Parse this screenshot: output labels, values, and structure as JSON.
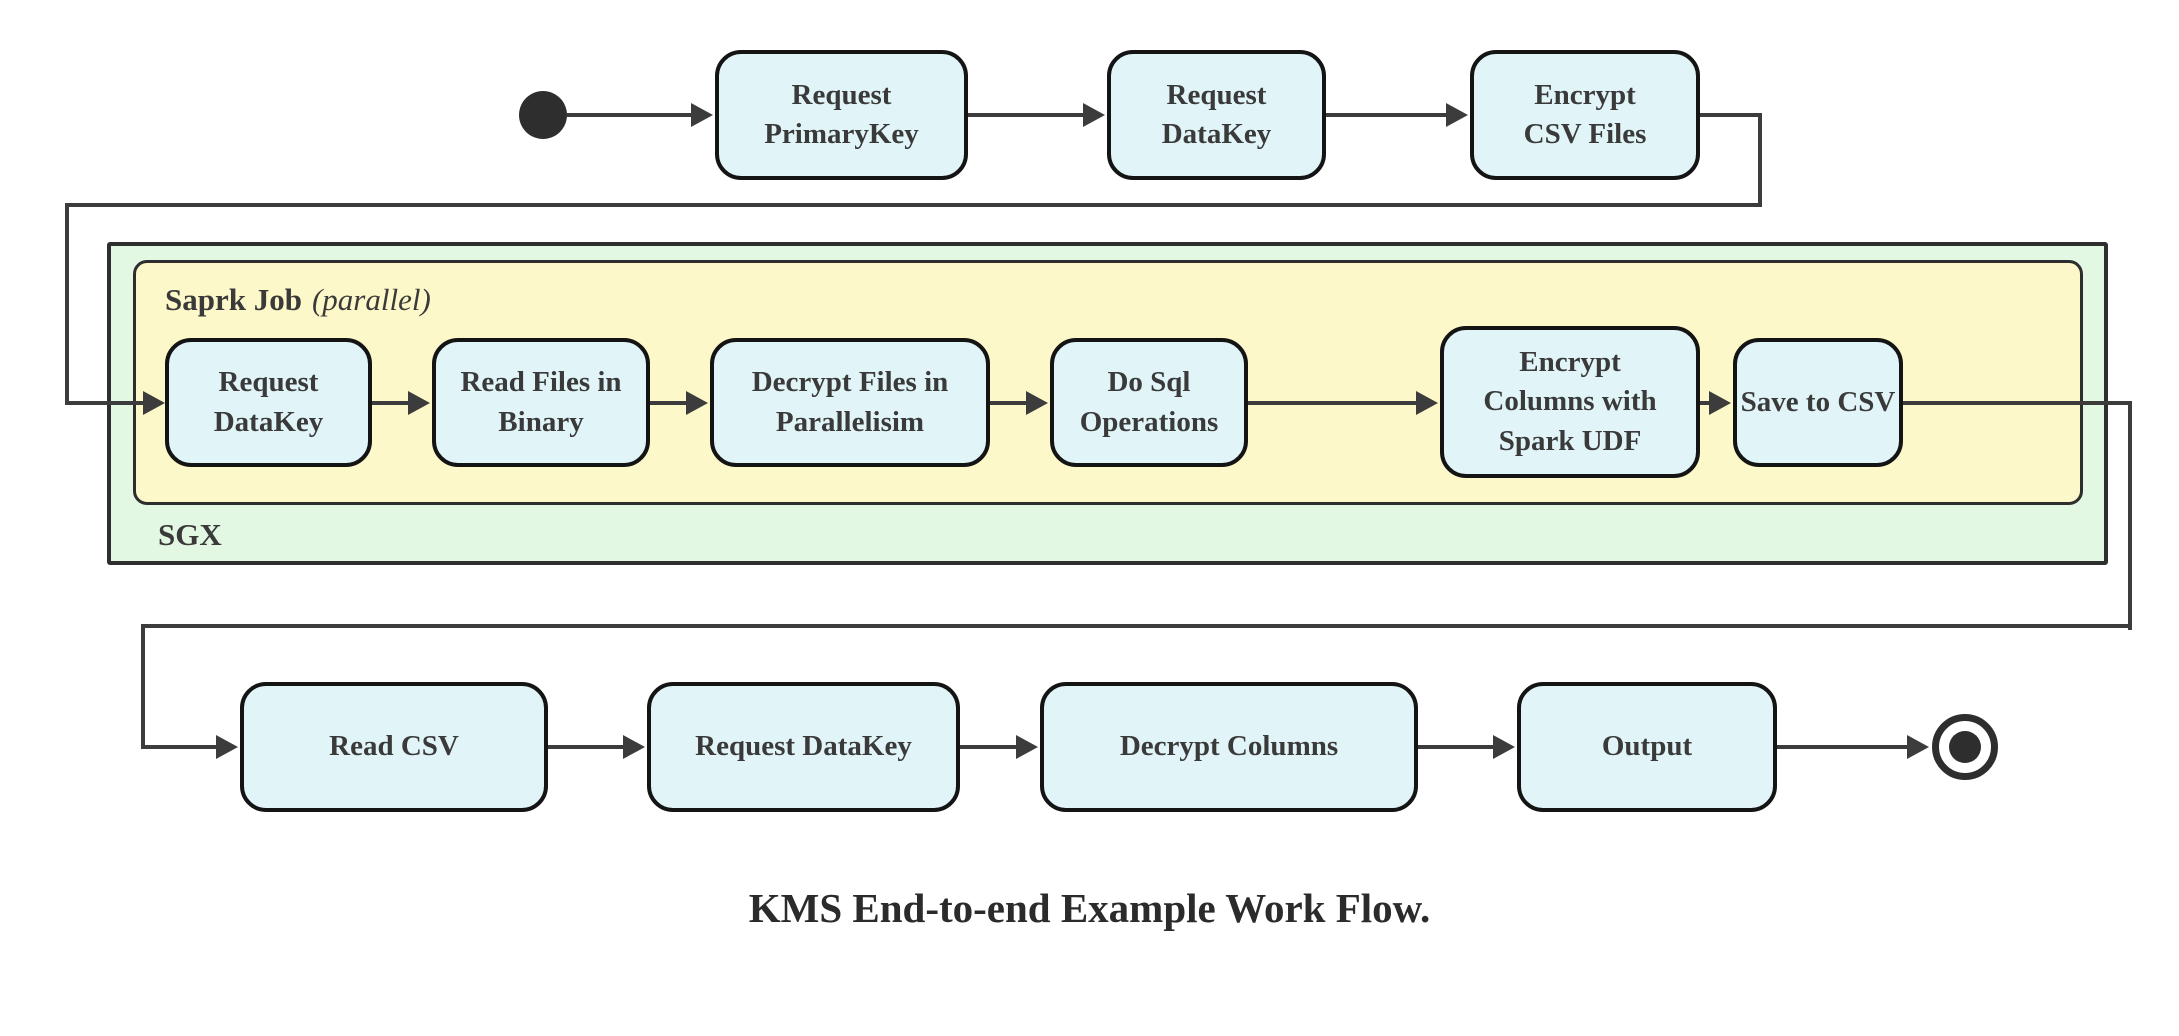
{
  "diagram": {
    "title": "KMS End-to-end Example Work Flow.",
    "containers": {
      "sgx": {
        "label": "SGX"
      },
      "spark_job": {
        "label": "Saprk Job",
        "qualifier": "(parallel)"
      }
    },
    "nodes": [
      {
        "id": "request-primarykey",
        "label": "Request\nPrimaryKey"
      },
      {
        "id": "request-datakey-top",
        "label": "Request\nDataKey"
      },
      {
        "id": "encrypt-csv-files",
        "label": "Encrypt\nCSV Files"
      },
      {
        "id": "request-datakey-sgx",
        "label": "Request\nDataKey"
      },
      {
        "id": "read-files-in-binary",
        "label": "Read Files in\nBinary"
      },
      {
        "id": "decrypt-files-in-parallelisim",
        "label": "Decrypt Files in\nParallelisim"
      },
      {
        "id": "do-sql-operations",
        "label": "Do Sql\nOperations"
      },
      {
        "id": "encrypt-columns-with-spark-udf",
        "label": "Encrypt\nColumns with\nSpark UDF"
      },
      {
        "id": "save-to-csv",
        "label": "Save to CSV"
      },
      {
        "id": "read-csv",
        "label": "Read CSV"
      },
      {
        "id": "request-datakey-bottom",
        "label": "Request DataKey"
      },
      {
        "id": "decrypt-columns",
        "label": "Decrypt Columns"
      },
      {
        "id": "output",
        "label": "Output"
      }
    ],
    "colors": {
      "node_fill": "#e1f5f9",
      "node_border": "#141414",
      "sgx_fill": "#e3f8e3",
      "spark_fill": "#fdf8c9",
      "container_border": "#2e2e2e",
      "edge": "#3c3c3c",
      "text": "#3a3a3a",
      "title": "#2b2b2b",
      "terminal": "#2e2e2e"
    }
  }
}
